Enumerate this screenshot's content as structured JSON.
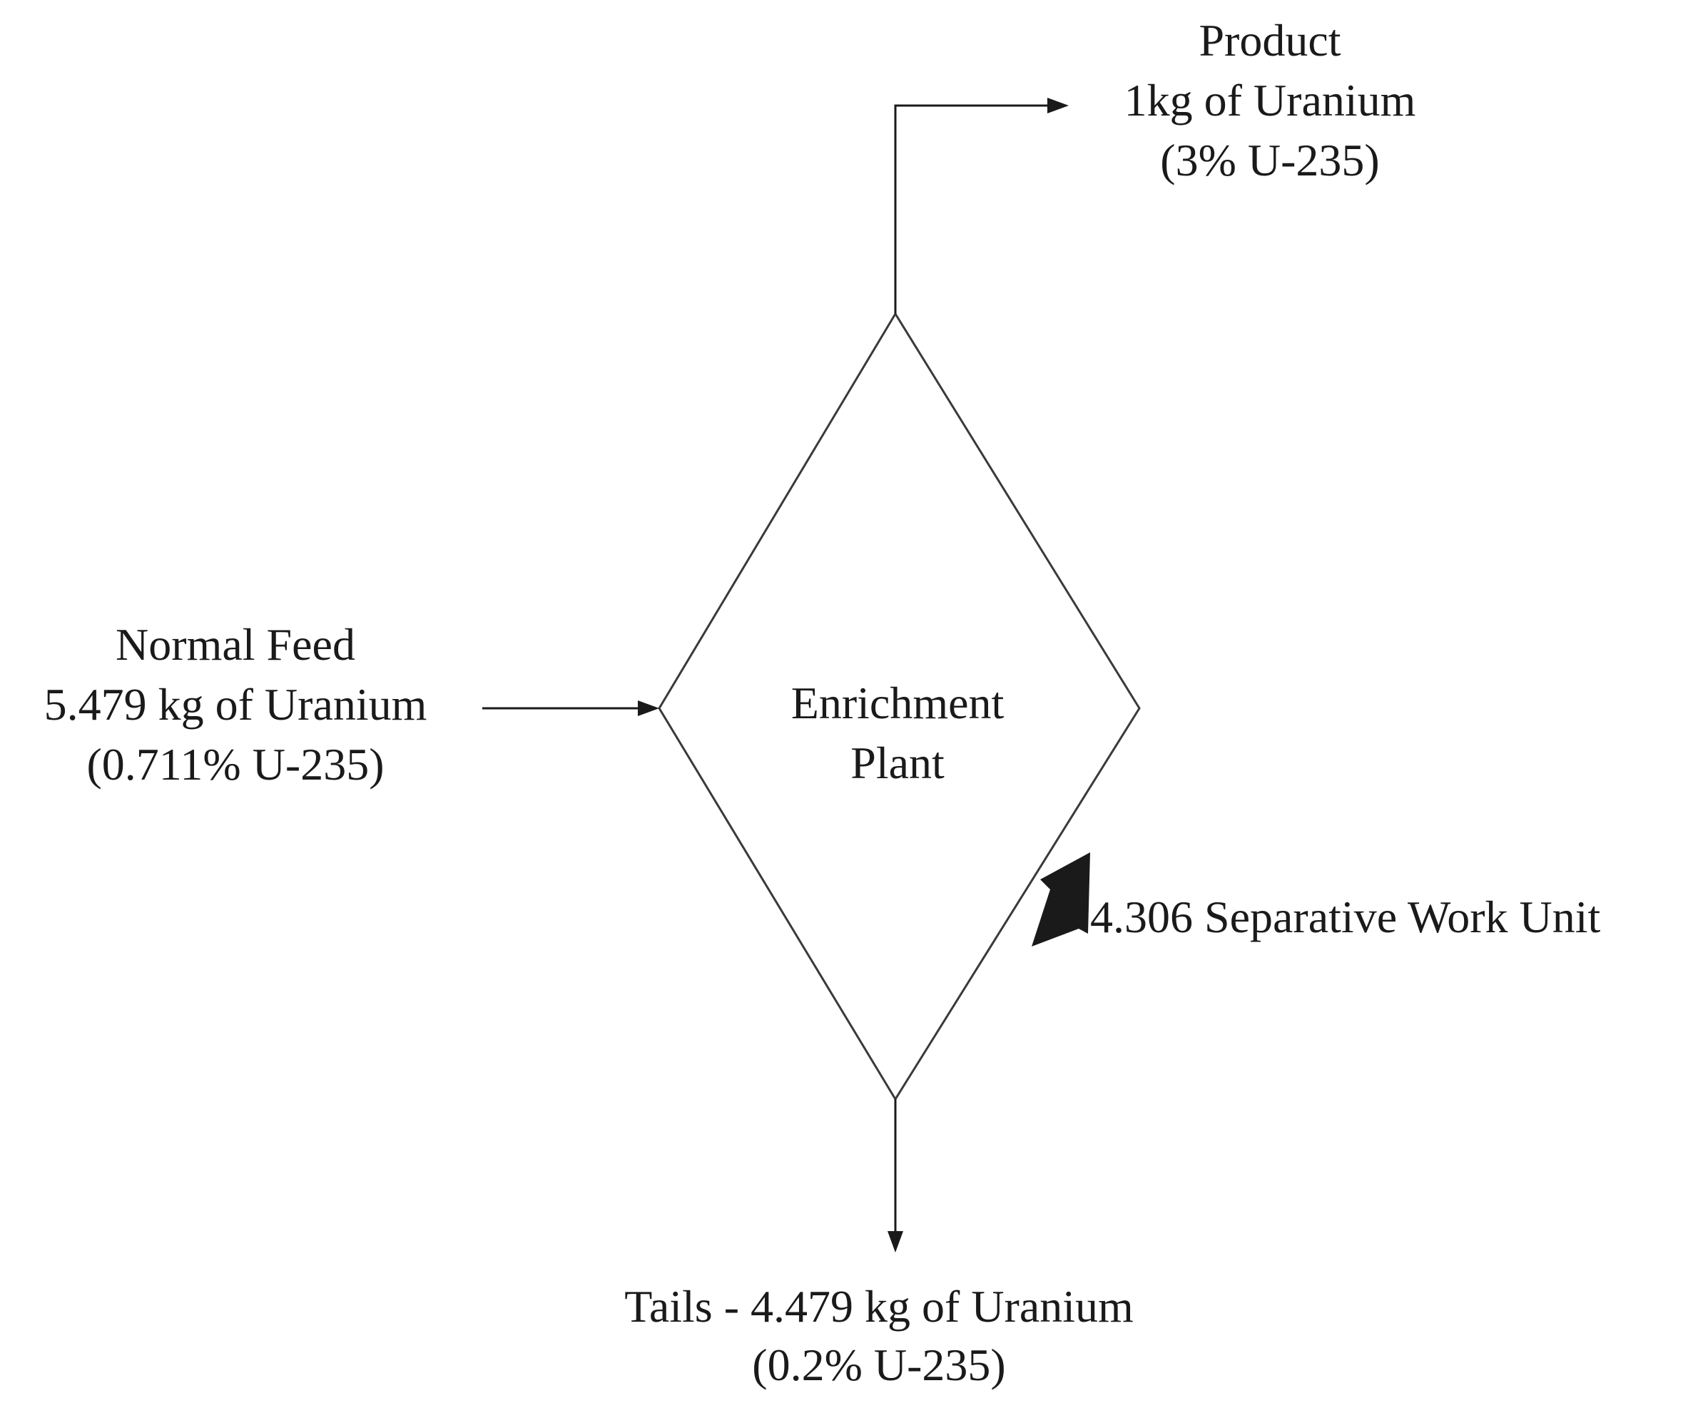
{
  "diagram": {
    "product": {
      "title": "Product",
      "amount": "1kg of Uranium",
      "assay": "(3% U-235)"
    },
    "feed": {
      "title": "Normal Feed",
      "amount": "5.479 kg of Uranium",
      "assay": "(0.711% U-235)"
    },
    "plant": {
      "line1": "Enrichment",
      "line2": "Plant"
    },
    "swu": {
      "label": "4.306 Separative Work Unit"
    },
    "tails": {
      "amount": "Tails - 4.479 kg of Uranium",
      "assay": "(0.2% U-235)"
    }
  }
}
